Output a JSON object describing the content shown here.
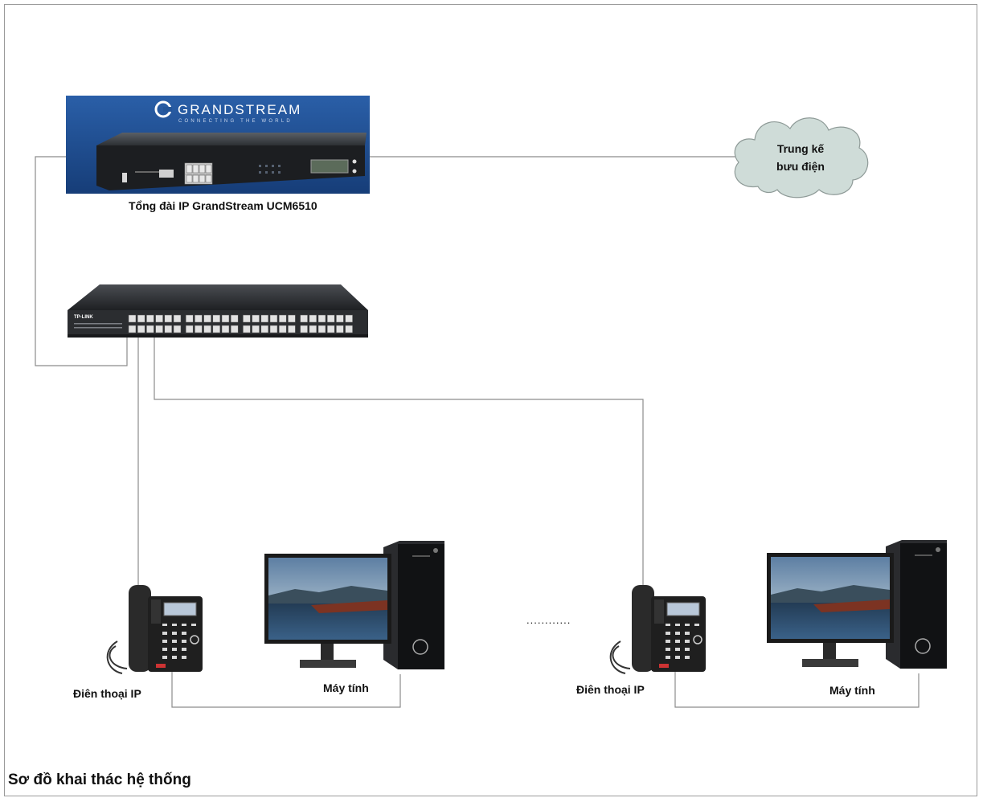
{
  "diagram": {
    "caption": "Sơ đồ khai thác hệ thống",
    "pbx": {
      "label": "Tổng đài IP GrandStream UCM6510",
      "brand": "GRANDSTREAM",
      "tagline": "CONNECTING THE WORLD"
    },
    "trunk": {
      "line1": "Trung kế",
      "line2": "bưu điện"
    },
    "switch": {
      "brand": "TP-LINK"
    },
    "endpoints": [
      {
        "phone_label": "Điên thoại IP",
        "computer_label": "Máy tính"
      },
      {
        "phone_label": "Điên thoại IP",
        "computer_label": "Máy tính"
      }
    ],
    "ellipsis": "............",
    "colors": {
      "line": "#8c8c8c",
      "cloud": "#cfdcd8",
      "pbx_bg": "#1f4f96",
      "screen": "#2b5f8c"
    }
  }
}
